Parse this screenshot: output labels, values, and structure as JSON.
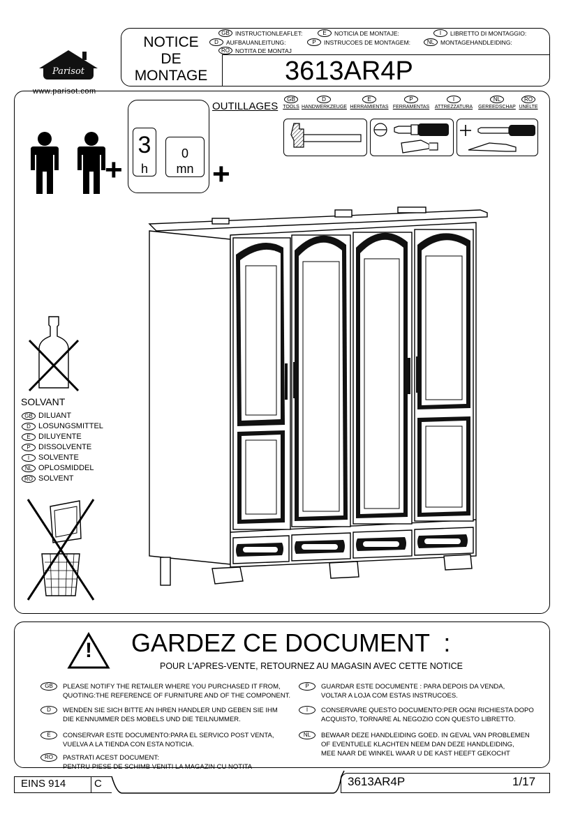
{
  "brand": {
    "name": "Parisot",
    "url": "www.parisot.com"
  },
  "header": {
    "title_line1": "NOTICE",
    "title_line2": "DE",
    "title_line3": "MONTAGE",
    "product_code": "3613AR4P",
    "translations": [
      {
        "code": "GB",
        "text": "INSTRUCTIONLEAFLET:"
      },
      {
        "code": "E",
        "text": "NOTICIA DE MONTAJE:"
      },
      {
        "code": "I",
        "text": "LIBRETTO DI MONTAGGIO:"
      },
      {
        "code": "D",
        "text": "AUFBAUANLEITUNG:"
      },
      {
        "code": "P",
        "text": "INSTRUCOES DE MONTAGEM:"
      },
      {
        "code": "NL",
        "text": "MONTAGEHANDLEIDING:"
      },
      {
        "code": "RO",
        "text": "NOTITA DE MONTAJ"
      }
    ]
  },
  "assembly": {
    "persons_plus": "+",
    "time_hours": "3",
    "time_hours_unit": "h",
    "time_minutes": "0",
    "time_minutes_unit": "mn",
    "time_plus": "+"
  },
  "tools": {
    "title": "OUTILLAGES",
    "languages": [
      {
        "code": "GB",
        "label": "TOOLS"
      },
      {
        "code": "D",
        "label": "HANDWERKZEUGE"
      },
      {
        "code": "E",
        "label": "HERRAMIENTAS"
      },
      {
        "code": "P",
        "label": "FERRAMENTAS"
      },
      {
        "code": "I",
        "label": "ATTREZZATURA"
      },
      {
        "code": "NL",
        "label": "GEREEDSCHAP"
      },
      {
        "code": "RO",
        "label": "UNELTE"
      }
    ],
    "plus": "+"
  },
  "solvent": {
    "title": "SOLVANT",
    "items": [
      {
        "code": "GB",
        "text": "DILUANT"
      },
      {
        "code": "D",
        "text": "LOSUNGSMITTEL"
      },
      {
        "code": "E",
        "text": "DILUYENTE"
      },
      {
        "code": "P",
        "text": "DISSOLVENTE"
      },
      {
        "code": "I",
        "text": "SOLVENTE"
      },
      {
        "code": "NL",
        "text": "OPLOSMIDDEL"
      },
      {
        "code": "RO",
        "text": "SOLVENT"
      }
    ]
  },
  "keep_document": {
    "warning_glyph": "!",
    "title": "GARDEZ CE DOCUMENT  :",
    "subtitle": "POUR L'APRES-VENTE, RETOURNEZ AU MAGASIN AVEC CETTE NOTICE",
    "left": [
      {
        "code": "GB",
        "lines": [
          "PLEASE NOTIFY THE RETAILER WHERE YOU PURCHASED IT FROM,",
          "QUOTING:THE REFERENCE OF FURNITURE AND OF THE COMPONENT."
        ]
      },
      {
        "code": "D",
        "lines": [
          "WENDEN SIE SICH BITTE AN IHREN HANDLER UND GEBEN SIE IHM",
          "DIE KENNUMMER DES MOBELS UND DIE TEILNUMMER."
        ]
      },
      {
        "code": "E",
        "lines": [
          "CONSERVAR ESTE DOCUMENTO:PARA EL SERVICO POST VENTA,",
          "VUELVA A LA TIENDA CON ESTA NOTICIA."
        ]
      },
      {
        "code": "RO",
        "lines": [
          "PASTRATI ACEST DOCUMENT:",
          "PENTRU PIESE DE SCHIMB VENITI LA MAGAZIN CU NOTITA"
        ]
      }
    ],
    "right": [
      {
        "code": "P",
        "lines": [
          "GUARDAR ESTE DOCUMENTE : PARA DEPOIS DA VENDA,",
          "VOLTAR A LOJA COM ESTAS INSTRUCOES."
        ]
      },
      {
        "code": "I",
        "lines": [
          "CONSERVARE QUESTO DOCUMENTO:PER OGNI RICHIESTA DOPO",
          "ACQUISTO, TORNARE AL NEGOZIO CON QUESTO LIBRETTO."
        ]
      },
      {
        "code": "NL",
        "lines": [
          "BEWAAR DEZE HANDLEIDING GOED. IN GEVAL VAN PROBLEMEN",
          "OF EVENTUELE KLACHTEN NEEM DAN DEZE HANDLEIDING,",
          "MEE NAAR DE WINKEL WAAR U DE KAST HEEFT GEKOCHT"
        ]
      }
    ]
  },
  "footer": {
    "ref": "EINS 914",
    "version": "C",
    "product_code": "3613AR4P",
    "page": "1/17"
  }
}
